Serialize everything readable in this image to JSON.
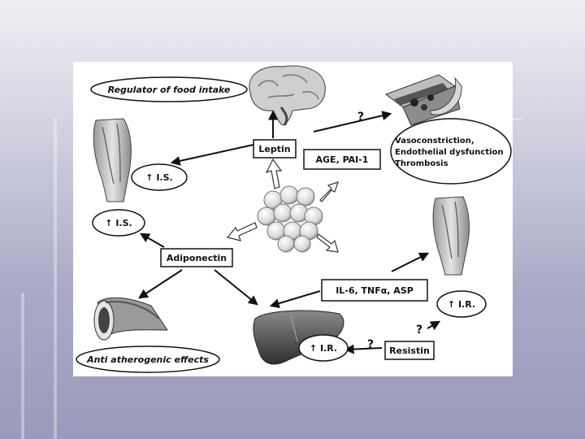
{
  "diagram": {
    "labels": {
      "food_intake": "Regulator of food intake",
      "leptin": "Leptin",
      "age_pai": "AGE, PAI-1",
      "question_top": "?",
      "vascular_line1": "Vasoconstriction,",
      "vascular_line2": "Endothelial dysfunction",
      "vascular_line3": "Thrombosis",
      "is_upper": "↑ I.S.",
      "is_lower": "↑ I.S.",
      "adiponectin": "Adiponectin",
      "il6": "IL-6, TNFα, ASP",
      "ir_right": "↑ I.R.",
      "ir_liver": "↑ I.R.",
      "question_ir": "?",
      "question_resistin": "?",
      "resistin": "Resistin",
      "anti_atherogenic": "Anti atherogenic effects"
    },
    "icons": [
      "brain-icon",
      "blood-vessel-icon",
      "leg-muscle-icon",
      "adipocyte-cluster-icon",
      "artery-icon",
      "liver-icon"
    ]
  }
}
